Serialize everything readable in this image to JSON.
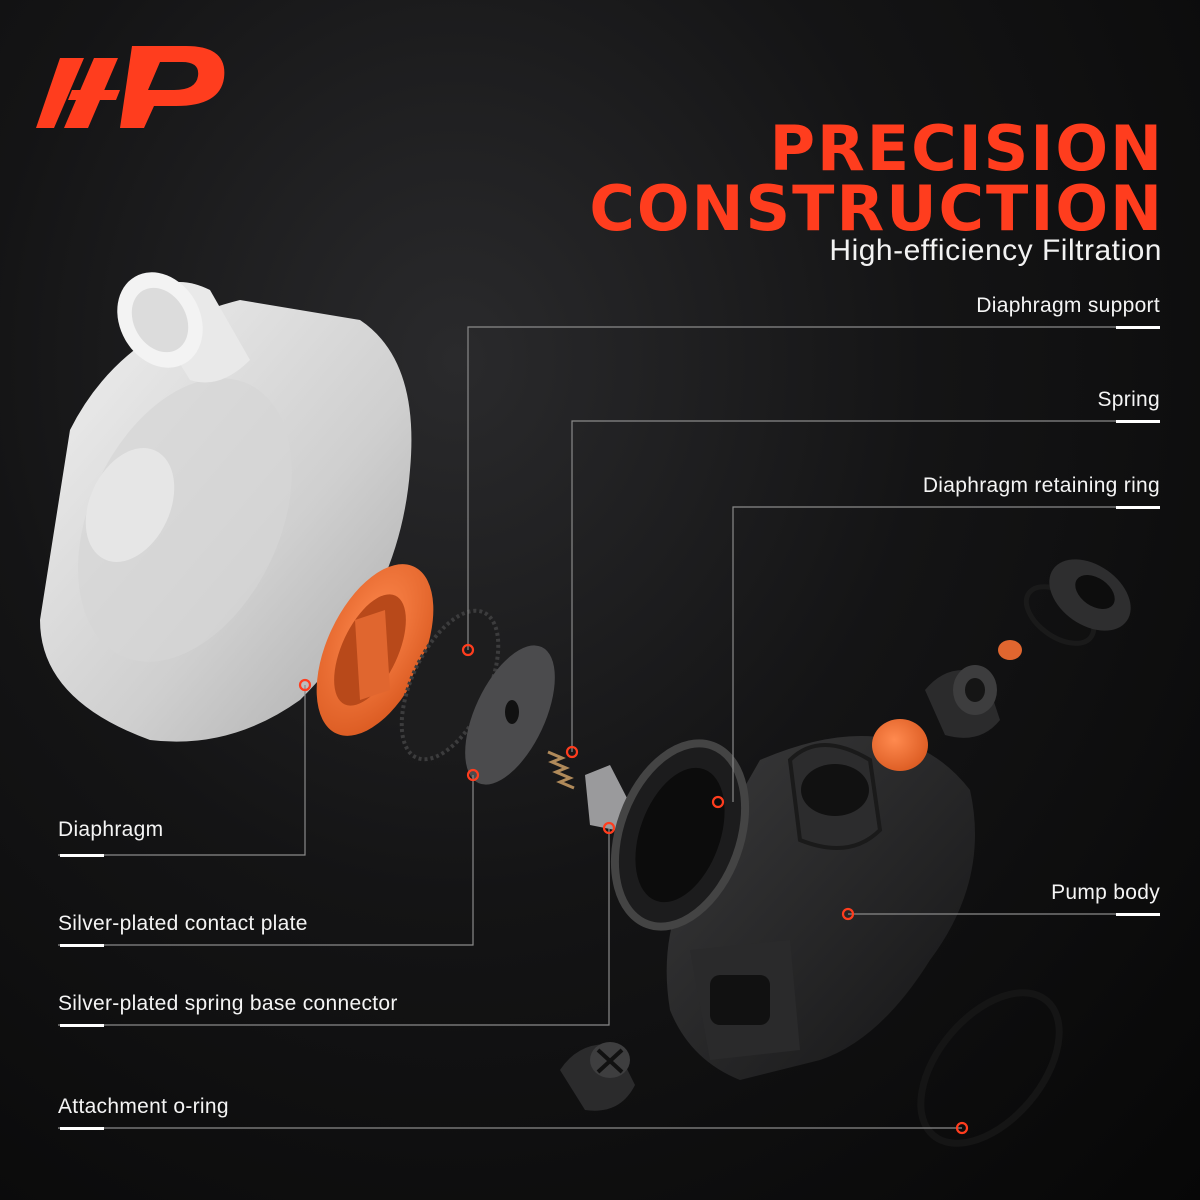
{
  "headline": {
    "line1": "PRECISION",
    "line2": "CONSTRUCTION",
    "subtitle": "High-efficiency Filtration"
  },
  "callouts_right": [
    {
      "label": "Diaphragm support"
    },
    {
      "label": "Spring"
    },
    {
      "label": "Diaphragm retaining ring"
    },
    {
      "label": "Pump body"
    }
  ],
  "callouts_left": [
    {
      "label": "Diaphragm"
    },
    {
      "label": "Silver-plated contact plate"
    },
    {
      "label": "Silver-plated spring base connector"
    },
    {
      "label": "Attachment o-ring"
    }
  ],
  "colors": {
    "accent": "#ff3d1e",
    "background": "#0b0b0c",
    "text": "#ffffff",
    "diaphragm_orange": "#e0662f"
  },
  "logo": {
    "icon": "brand-logo-icon"
  }
}
